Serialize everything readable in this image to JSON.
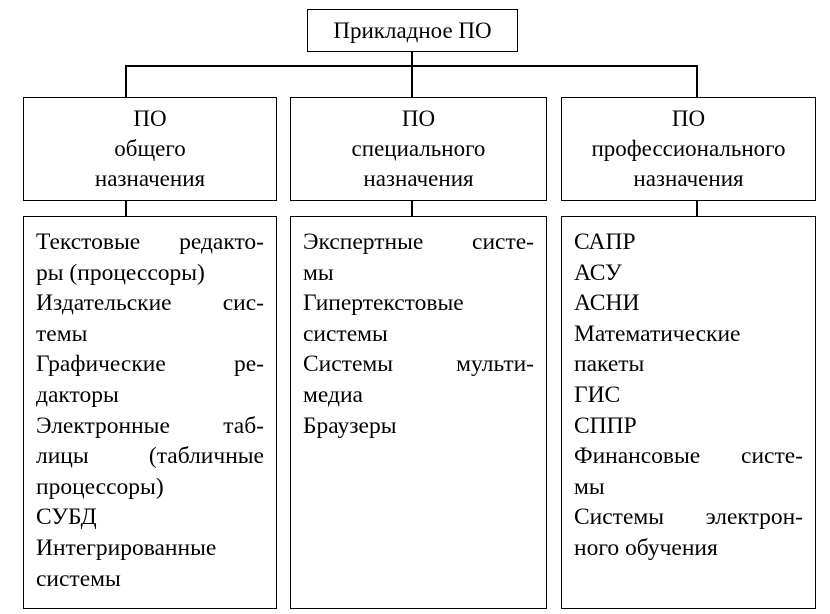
{
  "root": {
    "title": "Прикладное ПО"
  },
  "categories": [
    {
      "lines": [
        "ПО",
        "общего",
        "назначения"
      ],
      "items": [
        {
          "t": "Текстовые редакто-",
          "j": true
        },
        {
          "t": "ры (процессоры)",
          "j": false
        },
        {
          "t": "Издательские сис-",
          "j": true
        },
        {
          "t": "темы",
          "j": false
        },
        {
          "t": "Графические ре-",
          "j": true
        },
        {
          "t": "дакторы",
          "j": false
        },
        {
          "t": "Электронные таб-",
          "j": true
        },
        {
          "t": "лицы (табличные",
          "j": true
        },
        {
          "t": "процессоры)",
          "j": false
        },
        {
          "t": "СУБД",
          "j": false
        },
        {
          "t": "Интегрированные",
          "j": false
        },
        {
          "t": "системы",
          "j": false
        }
      ]
    },
    {
      "lines": [
        "ПО",
        "специального",
        "назначения"
      ],
      "items": [
        {
          "t": "Экспертные систе-",
          "j": true
        },
        {
          "t": "мы",
          "j": false
        },
        {
          "t": "Гипертекстовые",
          "j": false
        },
        {
          "t": "системы",
          "j": false
        },
        {
          "t": "Системы мульти-",
          "j": true
        },
        {
          "t": "медиа",
          "j": false
        },
        {
          "t": "Браузеры",
          "j": false
        }
      ]
    },
    {
      "lines": [
        "ПО",
        "профессионального",
        "назначения"
      ],
      "items": [
        {
          "t": "САПР",
          "j": false
        },
        {
          "t": "АСУ",
          "j": false
        },
        {
          "t": "АСНИ",
          "j": false
        },
        {
          "t": "Математические",
          "j": false
        },
        {
          "t": "пакеты",
          "j": false
        },
        {
          "t": "ГИС",
          "j": false
        },
        {
          "t": "СППР",
          "j": false
        },
        {
          "t": "Финансовые систе-",
          "j": true
        },
        {
          "t": "мы",
          "j": false
        },
        {
          "t": "Системы электрон-",
          "j": true
        },
        {
          "t": "ного обучения",
          "j": false
        }
      ]
    }
  ]
}
